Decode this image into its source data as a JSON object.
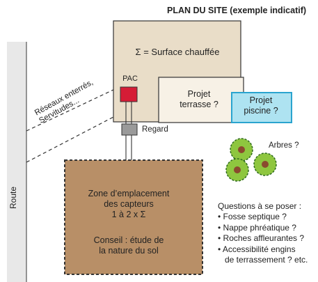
{
  "title": "PLAN DU SITE (exemple indicatif)",
  "house": {
    "label": "Σ = Surface chauffée"
  },
  "pac": {
    "label": "PAC"
  },
  "terrasse": {
    "line1": "Projet",
    "line2": "terrasse ?"
  },
  "piscine": {
    "line1": "Projet",
    "line2": "piscine ?"
  },
  "regard": {
    "label": "Regard"
  },
  "reseaux": {
    "line1": "Réseaux enterrés,",
    "line2": "Servitudes..."
  },
  "route": {
    "label": "Route"
  },
  "arbres": {
    "label": "Arbres ?"
  },
  "zone": {
    "line1": "Zone d’emplacement",
    "line2": "des capteurs",
    "line3": "1 à 2 x Σ",
    "conseil1": "Conseil : étude de",
    "conseil2": "la nature du sol"
  },
  "questions": {
    "title": "Questions à se poser :",
    "items": [
      {
        "text": "Fosse septique ?"
      },
      {
        "text": "Nappe phréatique ?"
      },
      {
        "text": "Roches affleurantes ?"
      },
      {
        "text": "Accessibilité engins",
        "cont": "de terrassement ? etc."
      }
    ]
  },
  "colors": {
    "house_fill": "#e9ddc8",
    "terrasse_fill": "#f7f1e6",
    "piscine_fill": "#aee3f1",
    "piscine_border": "#2aa4cf",
    "pac_fill": "#d51c36",
    "regard_fill": "#9a9a9a",
    "zone_fill": "#b88f67",
    "road_fill": "#e8e8e8",
    "tree_fill": "#8ec63f",
    "tree_center": "#8a4a2e"
  }
}
